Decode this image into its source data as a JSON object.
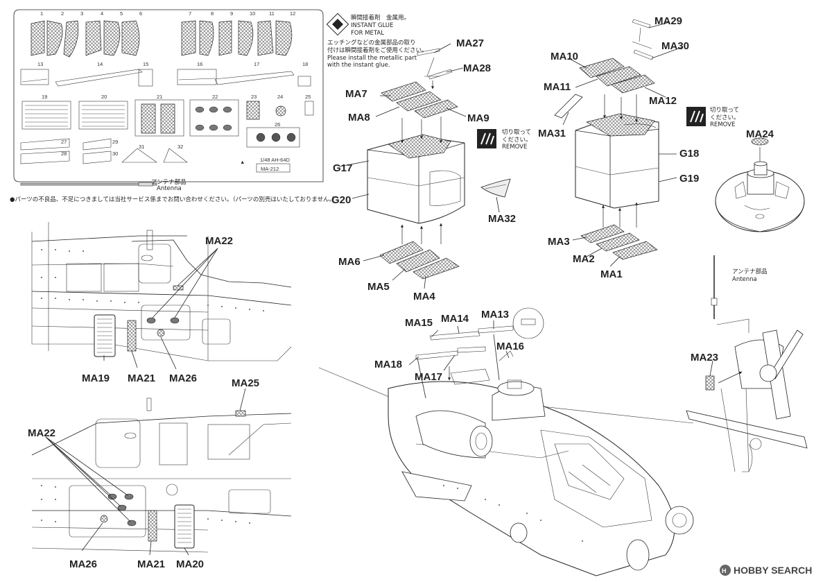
{
  "fret": {
    "numbers_top": [
      "1",
      "2",
      "3",
      "4",
      "5",
      "6",
      "7",
      "8",
      "9",
      "10",
      "11",
      "12"
    ],
    "numbers_row2": [
      "13",
      "14",
      "15",
      "16",
      "17",
      "18"
    ],
    "numbers_row3": [
      "19",
      "20",
      "21",
      "22",
      "23",
      "24",
      "25"
    ],
    "numbers_row4": [
      "26",
      "27",
      "28",
      "29",
      "30",
      "31",
      "32"
    ],
    "title": "1/48 AH-64D",
    "code": "MA-212",
    "antenna_jp": "アンテナ部品",
    "antenna_en": "Antenna"
  },
  "service_note": "●パーツの不良品、不足につきましては当社サービス係までお問い合わせください。（パーツの別売はいたしておりません。）",
  "glue": {
    "jp": "瞬間接着剤　金属用。",
    "en1": "INSTANT GLUE",
    "en2": "FOR METAL",
    "inst_jp1": "エッチングなどの金属部品の取り",
    "inst_jp2": "付けは瞬間接着剤をご使用ください。",
    "inst_en1": "Please install the metallic part",
    "inst_en2": "with the instant glue."
  },
  "remove": {
    "jp1": "切り取って",
    "jp2": "ください。",
    "en": "REMOVE"
  },
  "labels": {
    "ma1": "MA1",
    "ma2": "MA2",
    "ma3": "MA3",
    "ma4": "MA4",
    "ma5": "MA5",
    "ma6": "MA6",
    "ma7": "MA7",
    "ma8": "MA8",
    "ma9": "MA9",
    "ma10": "MA10",
    "ma11": "MA11",
    "ma12": "MA12",
    "ma13": "MA13",
    "ma14": "MA14",
    "ma15": "MA15",
    "ma16": "MA16",
    "ma17": "MA17",
    "ma18": "MA18",
    "ma19": "MA19",
    "ma20": "MA20",
    "ma21": "MA21",
    "ma22": "MA22",
    "ma23": "MA23",
    "ma24": "MA24",
    "ma25": "MA25",
    "ma26": "MA26",
    "ma27": "MA27",
    "ma28": "MA28",
    "ma29": "MA29",
    "ma30": "MA30",
    "ma31": "MA31",
    "ma32": "MA32",
    "g17": "G17",
    "g18": "G18",
    "g19": "G19",
    "g20": "G20"
  },
  "antenna_callout": {
    "jp": "アンテナ部品",
    "en": "Antenna"
  },
  "watermark": "HOBBY SEARCH"
}
